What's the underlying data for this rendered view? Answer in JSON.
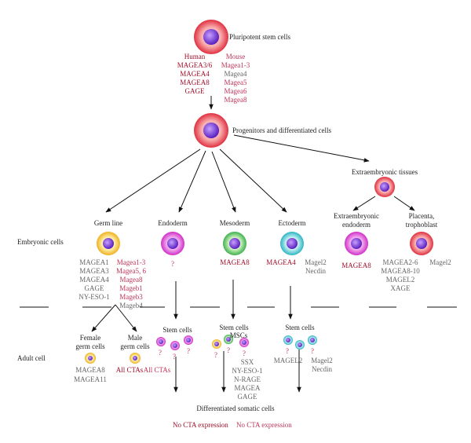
{
  "nodes": {
    "pluripotent": "Pluripotent stem cells",
    "progenitors": "Progenitors and differentiated cells",
    "extraembryonic": "Extraembryonic tissues",
    "germline": "Germ line",
    "endoderm": "Endoderm",
    "mesoderm": "Mesoderm",
    "ectoderm": "Ectoderm",
    "extra_endoderm": [
      "Extraembryonic",
      "endoderm"
    ],
    "placenta": [
      "Placenta,",
      "trophoblast"
    ],
    "female_germ": [
      "Female",
      "germ cells"
    ],
    "male_germ": [
      "Male",
      "germ cells"
    ],
    "stem_cells_endo": "Stem cells",
    "stem_cells_meso": "Stem cells",
    "mscs": "MSCs",
    "stem_cells_ecto": "Stem cells",
    "differentiated": "Differentiated somatic cells"
  },
  "row_labels": {
    "embryonic": "Embryonic cells",
    "adult": "Adult cell"
  },
  "genes": {
    "human_header": "Human",
    "human": [
      "MAGEA3/6",
      "MAGEA4",
      "MAGEA8",
      "GAGE"
    ],
    "mouse_header": "Mouse",
    "mouse": [
      "Magea1-3",
      "Magea4",
      "Magea5",
      "Magea6",
      "Magea8"
    ],
    "germ_human": [
      "MAGEA1",
      "MAGEA3",
      "MAGEA4",
      "GAGE",
      "NY-ESO-1"
    ],
    "germ_mouse": [
      "Magea1-3",
      "Magea5, 6",
      "Magea8",
      "Mageb1",
      "Mageb3",
      "Mageb4"
    ],
    "endoderm_q": "?",
    "mesoderm": "MAGEA8",
    "ectoderm_human": "MAGEA4",
    "ectoderm_mouse": [
      "Magel2",
      "Necdin"
    ],
    "extra_endoderm": "MAGEA8",
    "placenta_human": [
      "MAGEA2-6",
      "MAGEA8-10",
      "MAGEL2",
      "XAGE"
    ],
    "placenta_mouse": "Magel2",
    "female_germ": [
      "MAGEA8",
      "MAGEA11"
    ],
    "male_human": "All CTAs",
    "male_mouse": "All CTAs",
    "meso_adult": [
      "SSX",
      "NY-ESO-1",
      "N-RAGE",
      "MAGEA",
      "GAGE"
    ],
    "ecto_adult_human": "MAGEL2",
    "ecto_adult_mouse": [
      "Magel2",
      "Necdin"
    ],
    "diff_human": "No CTA expression",
    "diff_mouse": "No CTA expression",
    "q": "?"
  },
  "colors": {
    "human_text": "#a0102a",
    "mouse_text": "#c0355a",
    "gray_text": "#666666",
    "cell_red": "#e8505a",
    "nucleus": "#7a3fd0",
    "cell_yellow": "#f2c23a",
    "cell_magenta": "#d63ccf",
    "cell_green": "#4fc06a",
    "cell_cyan": "#43c4cf",
    "cell_pink": "#e8505a"
  },
  "icons": {
    "cell": "cell-circle-icon",
    "arrow": "arrow-icon"
  }
}
